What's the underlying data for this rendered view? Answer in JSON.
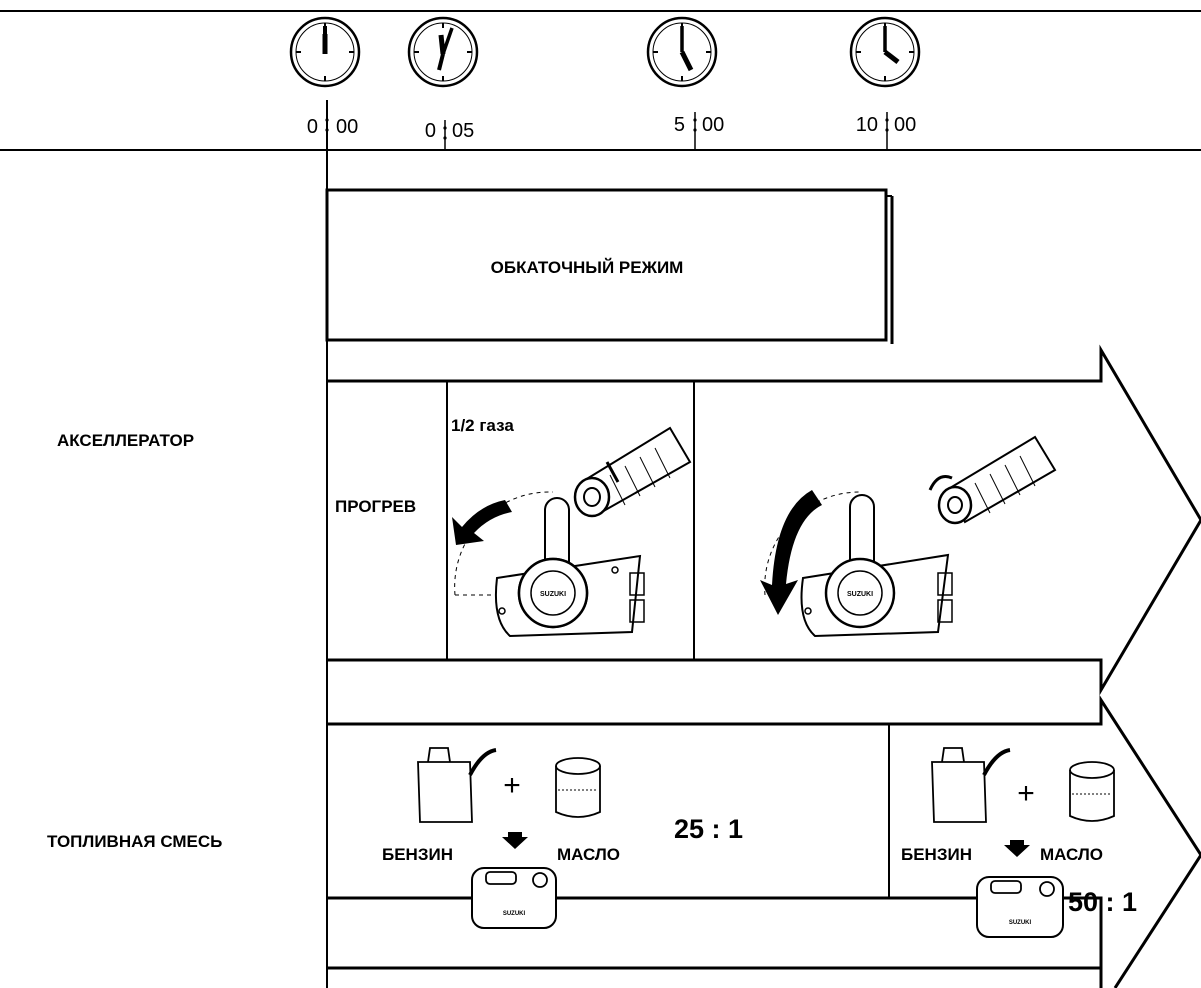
{
  "timeline": {
    "times": [
      {
        "hour": "0",
        "minute": "00"
      },
      {
        "hour": "0",
        "minute": "05"
      },
      {
        "hour": "5",
        "minute": "00"
      },
      {
        "hour": "10",
        "minute": "00"
      }
    ]
  },
  "break_in": {
    "label": "ОБКАТОЧНЫЙ РЕЖИМ"
  },
  "throttle": {
    "row_label": "АКСЕЛЛЕРАТОР",
    "warmup_label": "ПРОГРЕВ",
    "half_throttle_label": "1/2 газа",
    "brand_mark": "SUZUKI"
  },
  "fuel_mix": {
    "row_label": "ТОПЛИВНАЯ СМЕСЬ",
    "stage1": {
      "plus": "+",
      "petrol_label": "БЕНЗИН",
      "oil_label": "МАСЛО",
      "ratio": "25 : 1",
      "tank_brand": "SUZUKI"
    },
    "stage2": {
      "plus": "+",
      "petrol_label": "БЕНЗИН",
      "oil_label": "МАСЛО",
      "ratio": "50 : 1",
      "tank_brand": "SUZUKI"
    }
  }
}
